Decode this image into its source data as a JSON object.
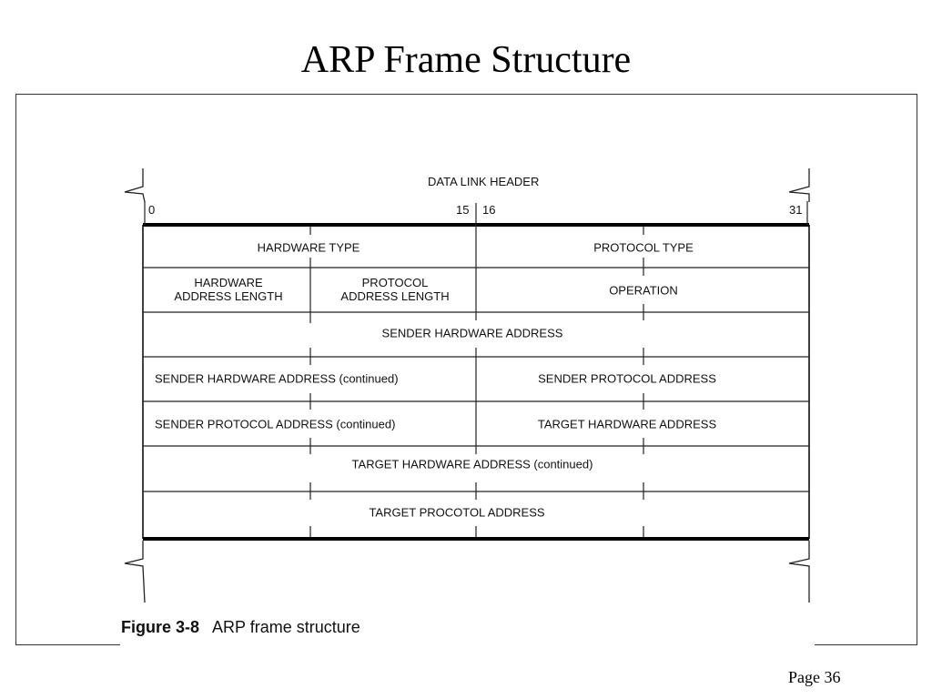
{
  "slide": {
    "title": "ARP Frame Structure",
    "page": "Page 36"
  },
  "diagram": {
    "header": "DATA LINK HEADER",
    "bit_labels": {
      "start": "0",
      "b15": "15",
      "b16": "16",
      "end": "31"
    },
    "rows": [
      {
        "cells": [
          "HARDWARE TYPE",
          "PROTOCOL TYPE"
        ]
      },
      {
        "cells": [
          "HARDWARE\nADDRESS LENGTH",
          "PROTOCOL\nADDRESS LENGTH",
          "OPERATION"
        ]
      },
      {
        "cells": [
          "SENDER HARDWARE ADDRESS"
        ]
      },
      {
        "cells": [
          "SENDER HARDWARE ADDRESS (continued)",
          "SENDER PROTOCOL ADDRESS"
        ]
      },
      {
        "cells": [
          "SENDER PROTOCOL ADDRESS (continued)",
          "TARGET HARDWARE ADDRESS"
        ]
      },
      {
        "cells": [
          "TARGET HARDWARE ADDRESS (continued)"
        ]
      },
      {
        "cells": [
          "TARGET PROCOTOL ADDRESS"
        ]
      }
    ]
  },
  "caption": {
    "number": "Figure 3-8",
    "text": "ARP frame structure"
  }
}
